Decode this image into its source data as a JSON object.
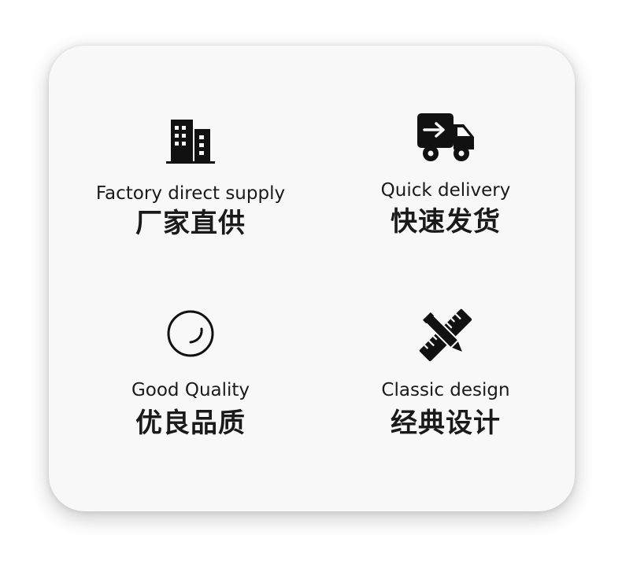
{
  "features": [
    {
      "icon": "building-icon",
      "en": "Factory direct supply",
      "zh": "厂家直供"
    },
    {
      "icon": "delivery-truck-icon",
      "en": "Quick delivery",
      "zh": "快速发货"
    },
    {
      "icon": "quality-circle-icon",
      "en": "Good Quality",
      "zh": "优良品质"
    },
    {
      "icon": "ruler-pencil-icon",
      "en": "Classic design",
      "zh": "经典设计"
    }
  ],
  "colors": {
    "card_background": "#f8f8f8",
    "text": "#1a1a1a",
    "icon": "#111111"
  }
}
